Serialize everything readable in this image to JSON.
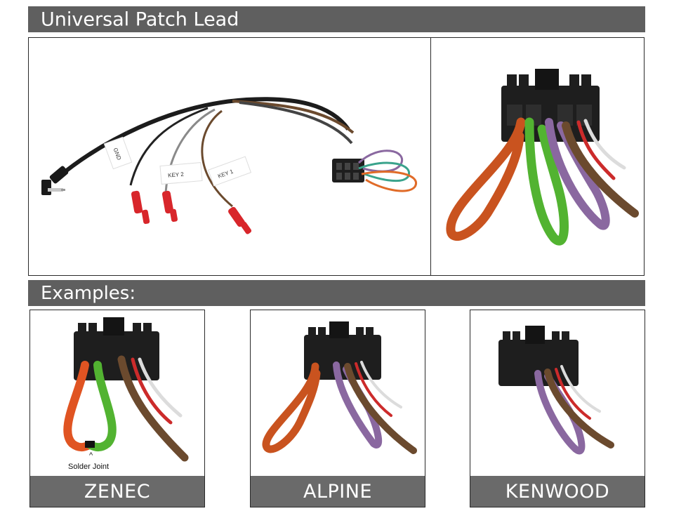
{
  "header": {
    "title": "Universal Patch Lead"
  },
  "examples_header": {
    "title": "Examples:"
  },
  "main_photo": {
    "tags": [
      "GND",
      "KEY 2",
      "KEY 1"
    ]
  },
  "examples": [
    {
      "label": "ZENEC",
      "note": "Solder Joint",
      "caret": "^"
    },
    {
      "label": "ALPINE"
    },
    {
      "label": "KENWOOD"
    }
  ],
  "colors": {
    "bar": "#5f5f5f",
    "orange_wire": "#c9531f",
    "green_wire": "#52b331",
    "purple_wire": "#8a68a0",
    "brown_wire": "#6b4a2e",
    "red_wire": "#cc2b2b",
    "connector": "#1e1e1e",
    "plug_red": "#d8262b"
  },
  "icons": [
    "stereo-jack-plug",
    "iso-connector",
    "red-bullet-connector"
  ]
}
